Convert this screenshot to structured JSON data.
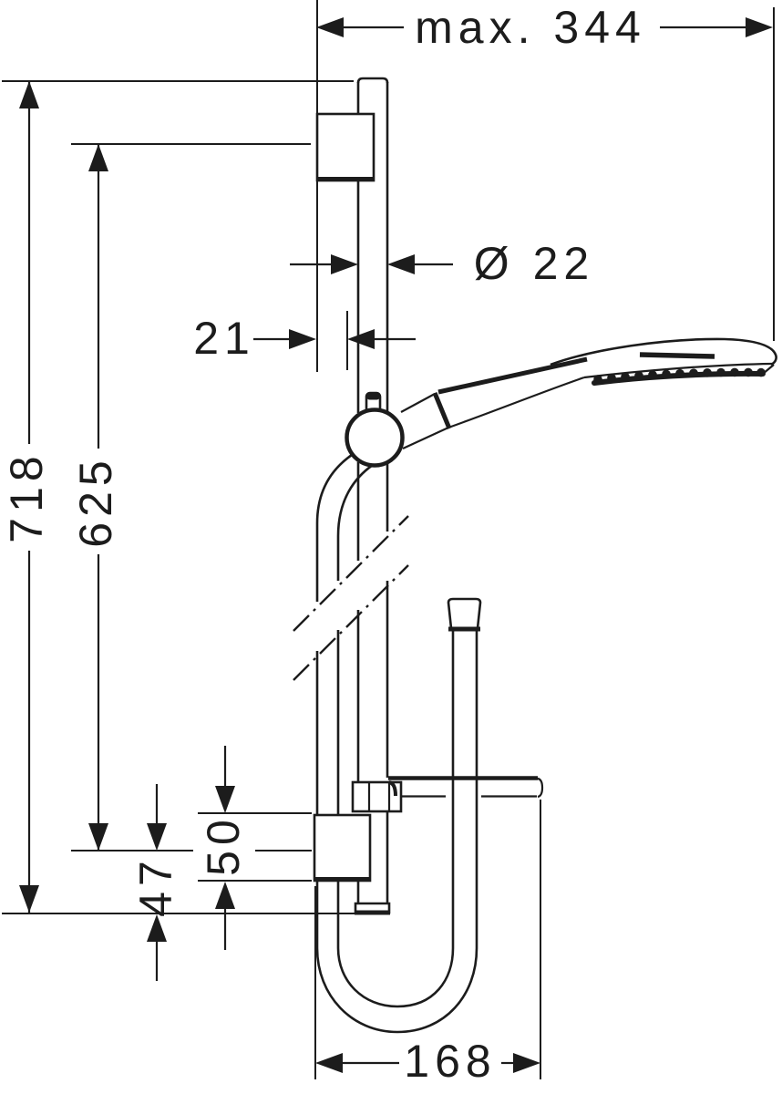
{
  "drawing": {
    "title": "shower-set-dimension-drawing",
    "colors": {
      "ink": "#1c1c1c",
      "paper": "#ffffff"
    },
    "labels": {
      "max_width": "max. 344",
      "diameter": "Ø 22",
      "wall_offset": "21",
      "rail_height": "718",
      "bracket_spacing": "625",
      "lower_offset": "47",
      "bracket_span": "50",
      "hose_loop_width": "168"
    }
  }
}
